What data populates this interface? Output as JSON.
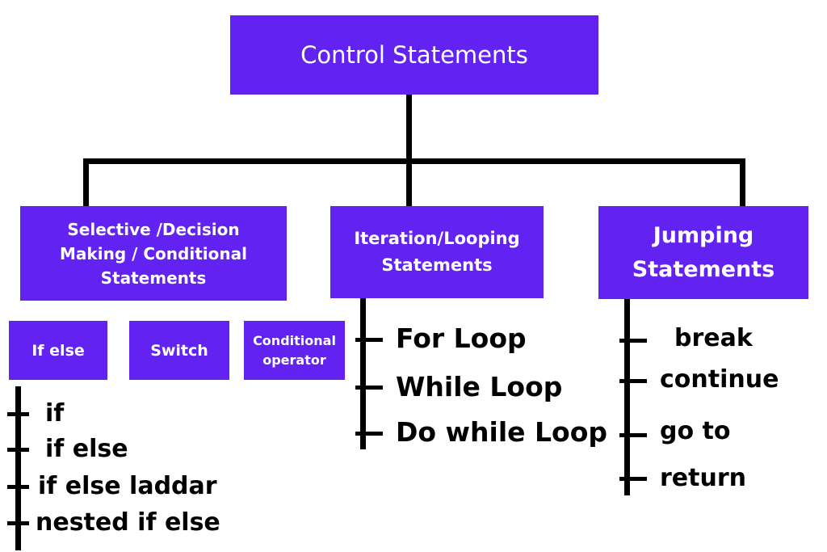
{
  "root": {
    "label": "Control Statements"
  },
  "categories": {
    "selective": {
      "lines": [
        "Selective /Decision",
        "Making / Conditional",
        "Statements"
      ]
    },
    "iteration": {
      "lines": [
        "Iteration/Looping",
        "Statements"
      ]
    },
    "jumping": {
      "lines": [
        "Jumping",
        "Statements"
      ]
    }
  },
  "selective_sub": {
    "if_else": {
      "label": "If else"
    },
    "switch": {
      "label": "Switch"
    },
    "conditional_operator": {
      "lines": [
        "Conditional",
        "operator"
      ]
    }
  },
  "if_else_items": [
    "if",
    "if else",
    "if else laddar",
    "nested if else"
  ],
  "loop_items": [
    "For Loop",
    "While Loop",
    "Do while Loop"
  ],
  "jump_items": [
    "break",
    "continue",
    "go to",
    "return"
  ],
  "colors": {
    "box": "#6223f2",
    "box_text": "#ffffff",
    "line": "#000000"
  }
}
